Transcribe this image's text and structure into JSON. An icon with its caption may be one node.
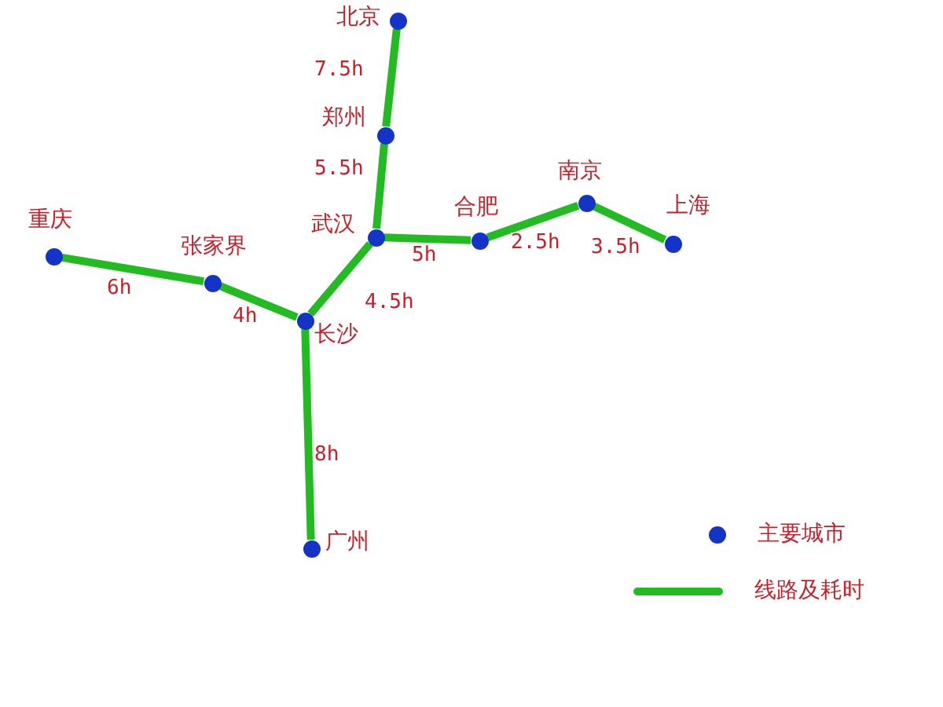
{
  "diagram": {
    "nodes": [
      {
        "text": [],
        "shape": "circle",
        "beside": [
          "北京"
        ]
      },
      {
        "text": [],
        "shape": "circle",
        "beside": [
          "郑州"
        ]
      },
      {
        "text": [],
        "shape": "circle",
        "beside": [
          "武汉"
        ]
      },
      {
        "text": [],
        "shape": "circle",
        "beside": [
          "合肥"
        ]
      },
      {
        "text": [],
        "shape": "circle",
        "beside": [
          "南京"
        ]
      },
      {
        "text": [],
        "shape": "circle",
        "beside": [
          "上海"
        ]
      },
      {
        "text": [],
        "shape": "circle",
        "beside": [
          "重庆"
        ]
      },
      {
        "text": [],
        "shape": "circle",
        "beside": [
          "张家界"
        ]
      },
      {
        "text": [],
        "shape": "circle",
        "beside": [
          "长沙"
        ]
      },
      {
        "text": [],
        "shape": "circle",
        "beside": [
          "广州"
        ]
      }
    ],
    "edges": [
      {
        "from": 0,
        "to": 1,
        "arrow": "none",
        "label": "7.5h"
      },
      {
        "from": 1,
        "to": 2,
        "arrow": "none",
        "label": "5.5h"
      },
      {
        "from": 2,
        "to": 8,
        "arrow": "none",
        "label": "4.5h"
      },
      {
        "from": 2,
        "to": 3,
        "arrow": "none",
        "label": "5h"
      },
      {
        "from": 3,
        "to": 4,
        "arrow": "none",
        "label": "2.5h"
      },
      {
        "from": 4,
        "to": 5,
        "arrow": "none",
        "label": "3.5h"
      },
      {
        "from": 6,
        "to": 7,
        "arrow": "none",
        "label": "6h"
      },
      {
        "from": 7,
        "to": 8,
        "arrow": "none",
        "label": "4h"
      },
      {
        "from": 8,
        "to": 9,
        "arrow": "none",
        "label": "8h"
      }
    ],
    "legend": [
      {
        "text": "主要城市"
      },
      {
        "text": "线路及耗时"
      }
    ]
  }
}
